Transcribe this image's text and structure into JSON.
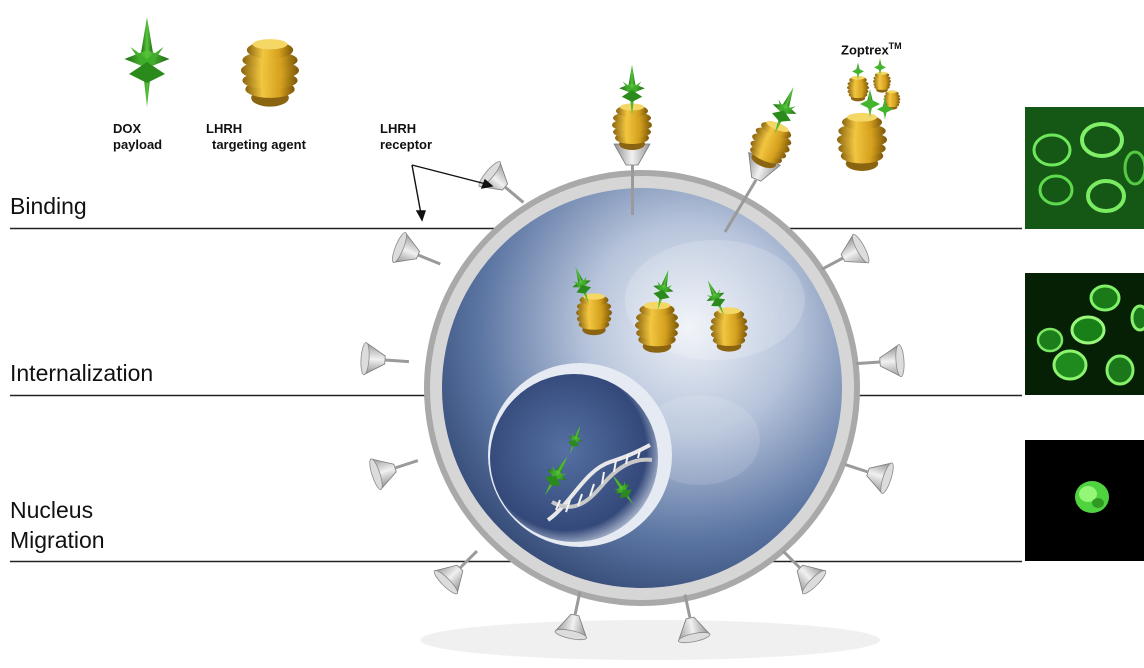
{
  "legend": {
    "dox_line1": "DOX",
    "dox_line2": "payload",
    "lhrh_line1": "LHRH",
    "lhrh_line2": "targeting agent",
    "receptor_line1": "LHRH",
    "receptor_line2": "receptor",
    "brand": "Zoptrex",
    "brand_mark": "TM"
  },
  "stages": [
    {
      "label": "Binding"
    },
    {
      "label": "Internalization"
    },
    {
      "label": "Nucleus"
    },
    {
      "label": "Migration"
    }
  ],
  "colors": {
    "payload_green": "#2f9a1e",
    "agent_gold": "#d7a51c",
    "cell_blue": "#3e5a8c",
    "membrane_gray": "#bdbdbd",
    "fluorescence_green": "#39d14a"
  },
  "icons": [
    "dox-payload-icon",
    "lhrh-agent-icon",
    "receptor-icon",
    "dna-icon"
  ]
}
